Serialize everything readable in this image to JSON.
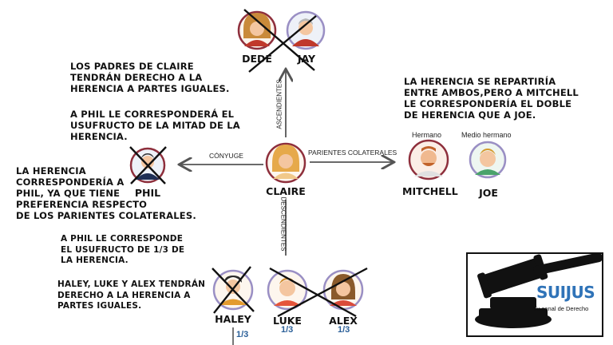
{
  "people": {
    "dede": {
      "name": "DEDE"
    },
    "jay": {
      "name": "JAY"
    },
    "claire": {
      "name": "CLAIRE"
    },
    "phil": {
      "name": "PHIL"
    },
    "mitchell": {
      "name": "MITCHELL",
      "role": "Hermano"
    },
    "joe": {
      "name": "JOE",
      "role": "Medio hermano"
    },
    "haley": {
      "name": "HALEY",
      "share": "1/3"
    },
    "luke": {
      "name": "LUKE",
      "share": "1/3"
    },
    "alex": {
      "name": "ALEX",
      "share": "1/3"
    }
  },
  "arrows": {
    "ascendientes": "ASCENDIENTES",
    "conyuge": "CÓNYUGE",
    "colaterales": "PARIENTES COLATERALES",
    "descendientes": "DESCENDIENTES"
  },
  "notes": {
    "padres": [
      "LOS PADRES DE CLAIRE",
      "TENDRÁN DERECHO A LA",
      "HERENCIA A PARTES IGUALES."
    ],
    "phil_usufructo_mitad": [
      "A PHIL LE CORRESPONDERÁ EL",
      "USUFRUCTO DE LA MITAD DE LA",
      "HERENCIA."
    ],
    "herencia_mitchell": [
      "LA HERENCIA SE REPARTIRÍA",
      "ENTRE AMBOS,PERO A MITCHELL",
      "LE CORRESPONDERÍA EL DOBLE",
      "DE HERENCIA QUE A JOE."
    ],
    "herencia_phil": [
      "LA HERENCIA",
      "CORRESPONDERÍA A",
      "PHIL, YA QUE TIENE",
      "PREFERENCIA RESPECTO",
      "DE LOS PARIENTES COLATERALES."
    ],
    "phil_usufructo_tercio": [
      "A PHIL LE CORRESPONDE",
      "EL USUFRUCTO DE 1/3 DE",
      "LA HERENCIA."
    ],
    "hijos": [
      "HALEY, LUKE Y ALEX TENDRÁN",
      "DERECHO A LA HERENCIA A",
      "PARTES IGUALES."
    ]
  },
  "logo": {
    "brand": "SUIJUS",
    "tagline": "Tu canal de Derecho"
  },
  "colors": {
    "ring_red": "#8e2f3c",
    "ring_purple": "#9a8fc4",
    "arrow": "#555555",
    "fraction_blue": "#2a5f98",
    "logo_blue": "#2f73b8"
  }
}
